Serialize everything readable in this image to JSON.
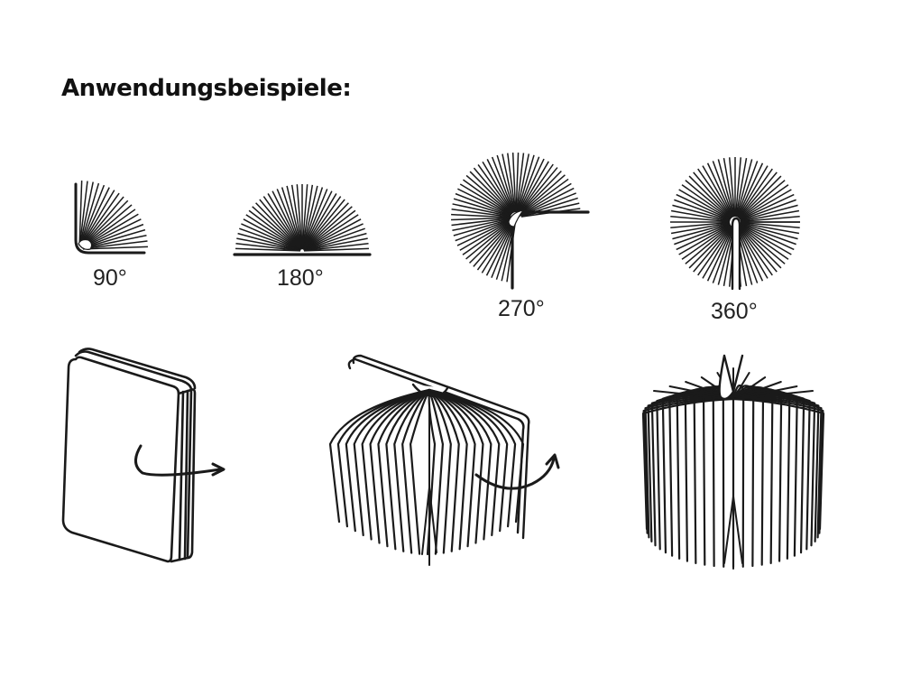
{
  "page": {
    "title": "Anwendungsbeispiele:"
  },
  "colors": {
    "ink": "#1a1a1a",
    "background": "#ffffff"
  },
  "angle_examples": [
    {
      "label": "90°",
      "degrees": 90,
      "icon": "fan-90-icon"
    },
    {
      "label": "180°",
      "degrees": 180,
      "icon": "fan-180-icon"
    },
    {
      "label": "270°",
      "degrees": 270,
      "icon": "fan-270-icon"
    },
    {
      "label": "360°",
      "degrees": 360,
      "icon": "fan-360-icon"
    }
  ],
  "illustrations": [
    {
      "name": "closed-book-illustration",
      "state": "closed",
      "icon": "rotate-arrow-icon"
    },
    {
      "name": "half-open-book-illustration",
      "state": "half-open",
      "icon": "rotate-arrow-icon"
    },
    {
      "name": "fully-open-book-illustration",
      "state": "fully-open"
    }
  ]
}
